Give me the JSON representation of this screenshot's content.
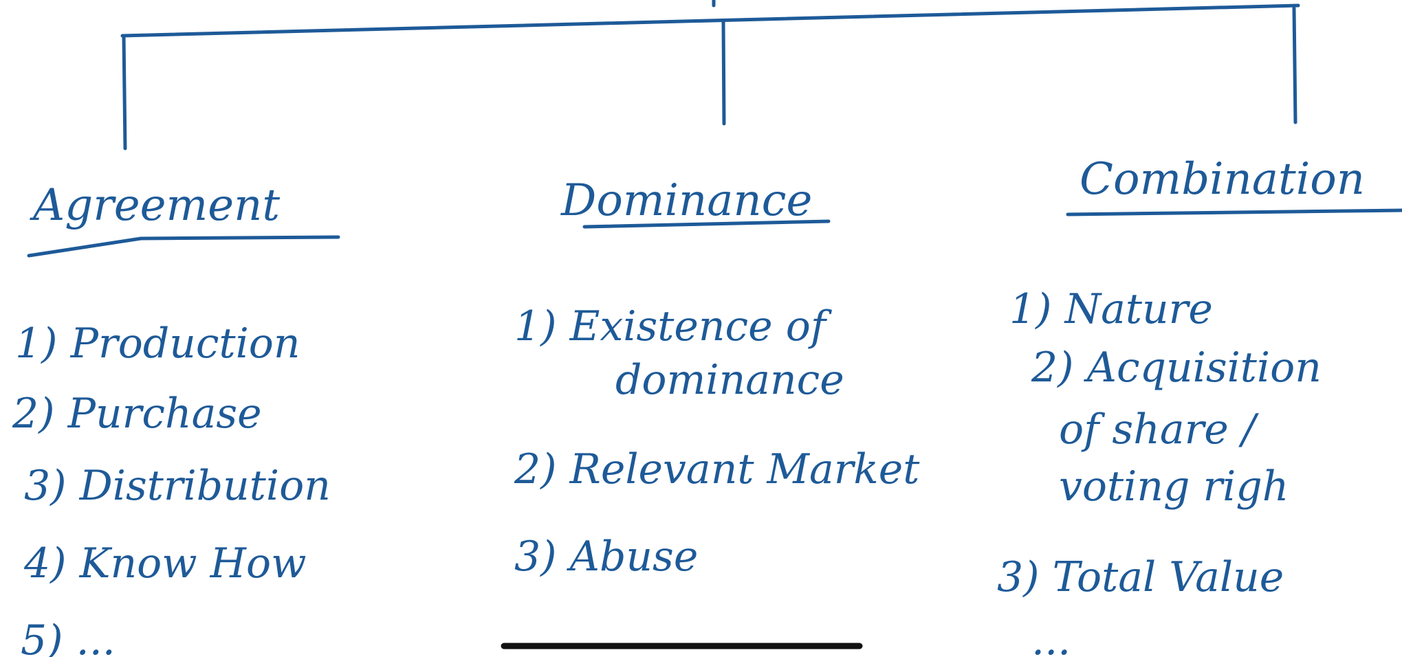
{
  "colors": {
    "ink": "#1e5a98",
    "home_indicator": "#111111"
  },
  "columns": [
    {
      "heading": "Agreement",
      "items": [
        "1) Production",
        "2) Purchase",
        "3) Distribution",
        "4) Know How",
        "5) ..."
      ]
    },
    {
      "heading": "Dominance",
      "items": [
        "1) Existence of",
        "dominance",
        "2) Relevant Market",
        "3) Abuse"
      ]
    },
    {
      "heading": "Combination",
      "items": [
        "1) Nature",
        "2) Acquisition",
        "of share /",
        "voting righ",
        "3) Total Value",
        "..."
      ]
    }
  ]
}
